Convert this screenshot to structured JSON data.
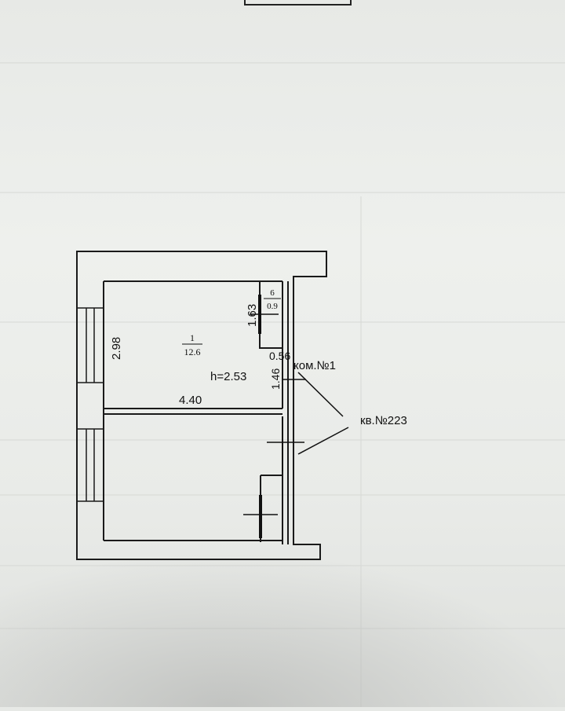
{
  "plan": {
    "room": {
      "number": "1",
      "area": "12.6"
    },
    "closet": {
      "number": "6",
      "area": "0.9"
    },
    "dims": {
      "height_left": "2.98",
      "width_bottom": "4.40",
      "ceiling": "h=2.53",
      "closet_height": "1.63",
      "closet_width": "0.56",
      "closet_lower": "1.46"
    },
    "labels": {
      "room_label": "ком.№1",
      "apartment_label": "кв.№223"
    }
  }
}
